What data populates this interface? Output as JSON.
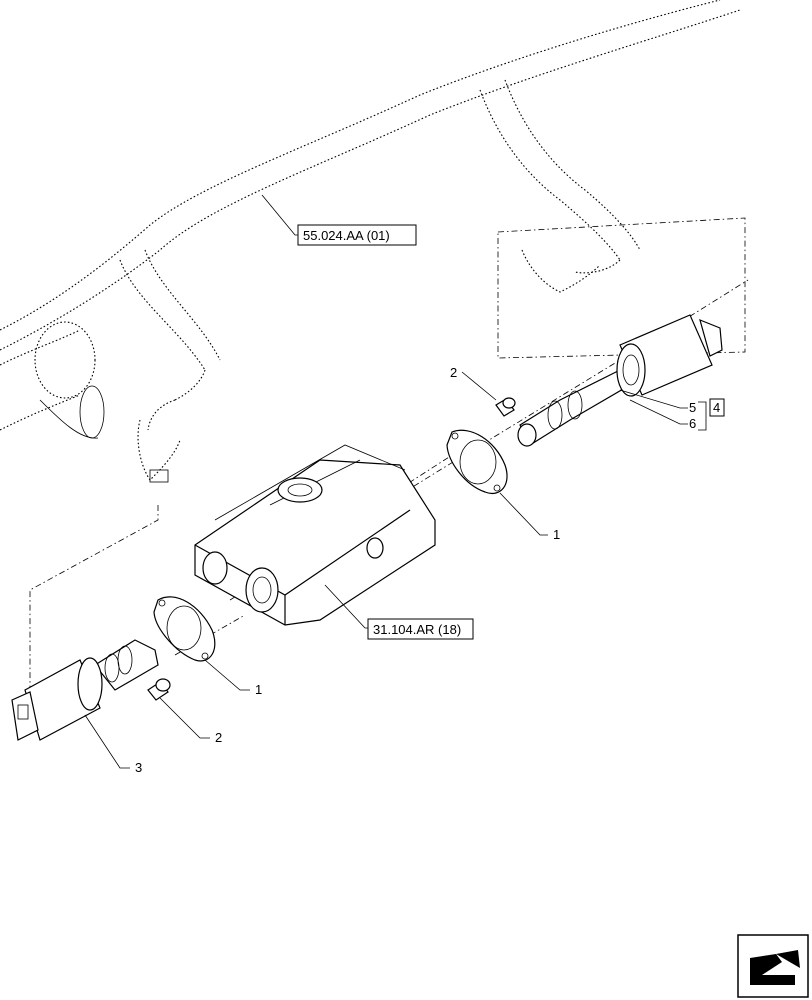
{
  "references": {
    "harness": "55.024.AA (01)",
    "block": "31.104.AR (18)"
  },
  "callouts": {
    "item_1_right": "1",
    "item_1_left": "1",
    "item_2_top": "2",
    "item_2_bottom": "2",
    "item_3": "3",
    "item_5": "5",
    "item_6": "6",
    "kit_4": "4"
  },
  "icons": {
    "corner": "page-turn-arrow-icon"
  }
}
